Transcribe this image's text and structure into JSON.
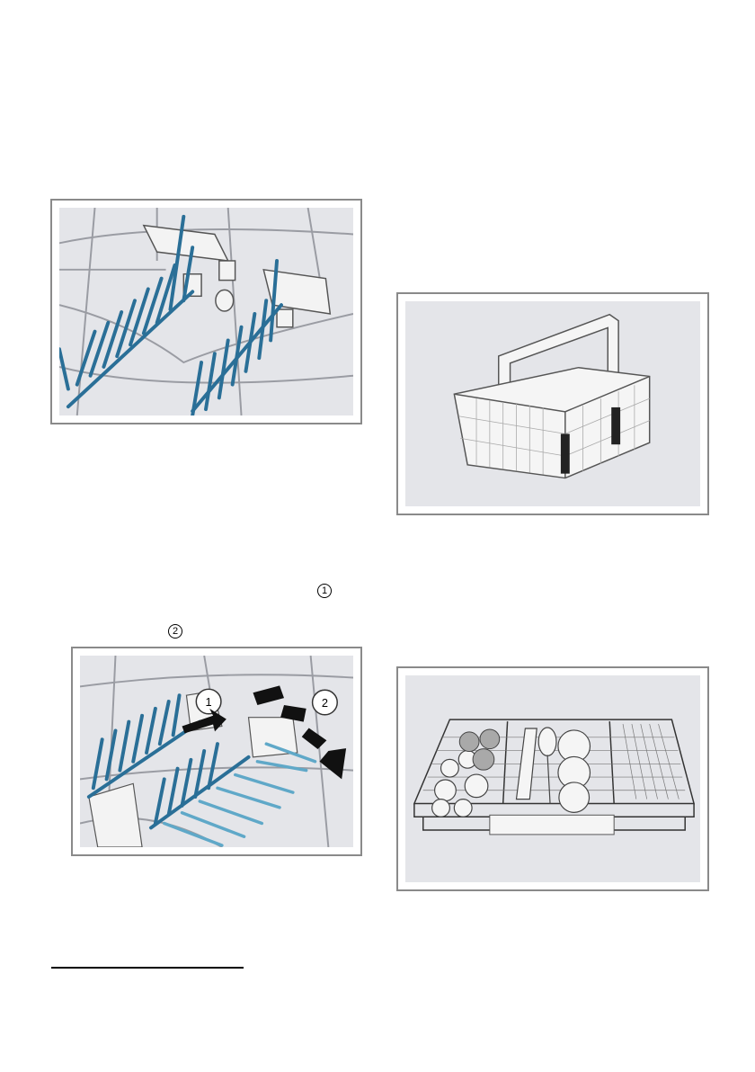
{
  "page": {
    "step_markers": [
      "1",
      "2"
    ],
    "callout_labels": [
      "1",
      "2"
    ]
  },
  "colors": {
    "tine_blue": "#2a6f97",
    "tine_light": "#5fa8c8",
    "frame_border": "#8a8a8a",
    "panel_fill": "#e4e5e9"
  },
  "figures": [
    {
      "name": "rack-tines-folding",
      "icon": "dish-rack-tines"
    },
    {
      "name": "cutlery-basket",
      "icon": "cutlery-basket"
    },
    {
      "name": "rack-tines-removal",
      "icon": "dish-rack-tines-arrows"
    },
    {
      "name": "loaded-cutlery-drawer",
      "icon": "cutlery-drawer"
    }
  ]
}
